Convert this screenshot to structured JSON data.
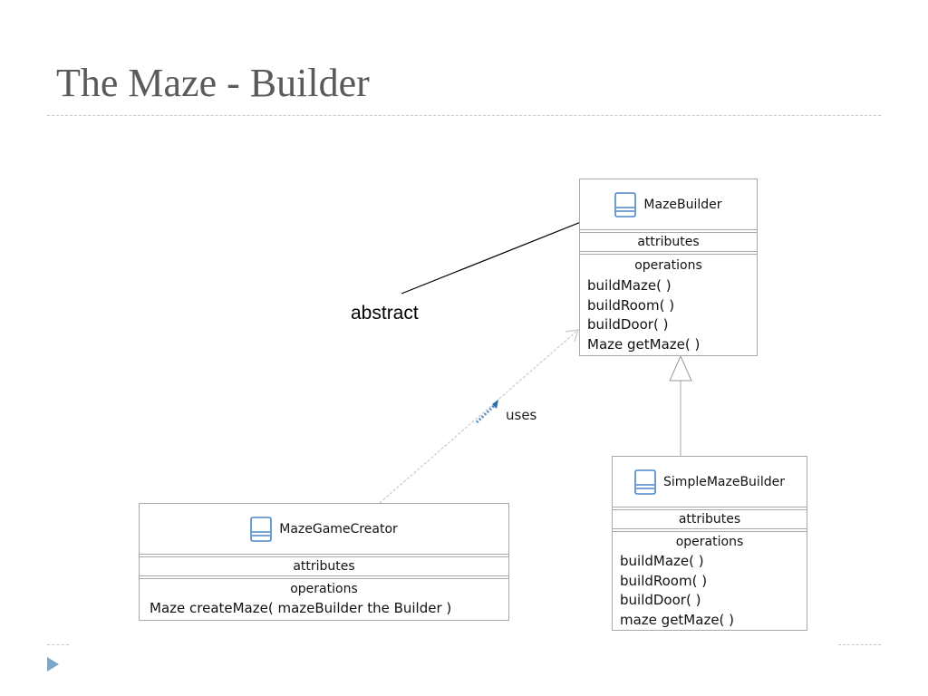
{
  "slide": {
    "title": "The Maze - Builder"
  },
  "diagram": {
    "annotation": "abstract",
    "dependency_label": "uses",
    "classes": {
      "maze_builder": {
        "name": "MazeBuilder",
        "attributes_label": "attributes",
        "operations_label": "operations",
        "operations": [
          "buildMaze( )",
          "buildRoom( )",
          "buildDoor( )",
          "Maze getMaze( )"
        ]
      },
      "simple_maze_builder": {
        "name": "SimpleMazeBuilder",
        "attributes_label": "attributes",
        "operations_label": "operations",
        "operations": [
          "buildMaze( )",
          "buildRoom( )",
          "buildDoor( )",
          "maze getMaze( )"
        ]
      },
      "maze_game_creator": {
        "name": "MazeGameCreator",
        "attributes_label": "attributes",
        "operations_label": "operations",
        "operations": [
          "Maze createMaze( mazeBuilder the Builder )"
        ]
      }
    }
  },
  "colors": {
    "title": "#5a5a5a",
    "bullet": "#7ea6c8",
    "class_icon": "#4a86c5",
    "box_border": "#a9a9a9"
  }
}
